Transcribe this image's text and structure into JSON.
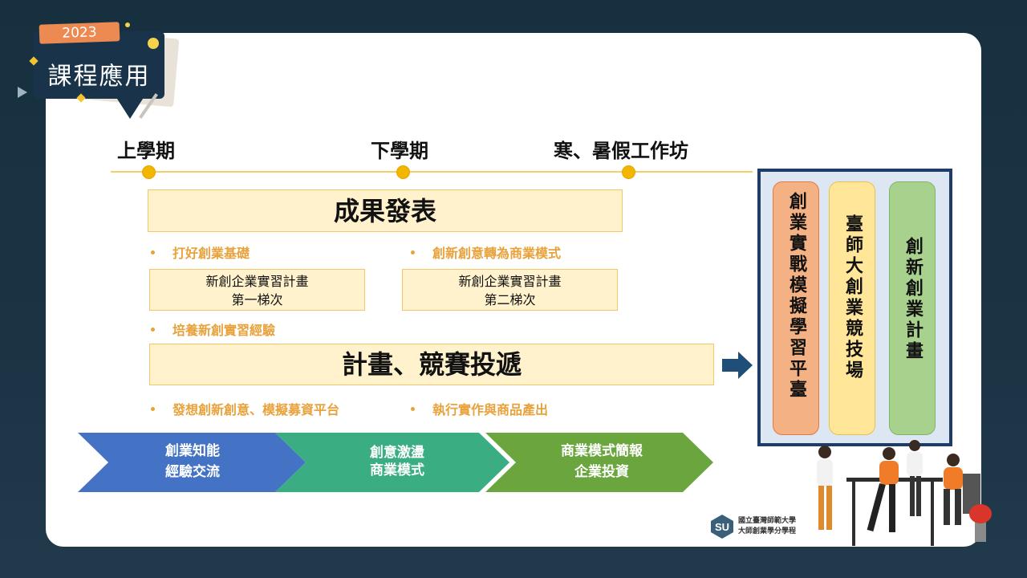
{
  "header": {
    "year": "2023",
    "title": "課程應用"
  },
  "timeline": {
    "terms": [
      "上學期",
      "下學期",
      "寒、暑假工作坊"
    ]
  },
  "results_box": "成果發表",
  "bullets_top": [
    "打好創業基礎",
    "創新創意轉為商業模式"
  ],
  "internship_boxes": [
    {
      "line1": "新創企業實習計畫",
      "line2": "第一梯次"
    },
    {
      "line1": "新創企業實習計畫",
      "line2": "第二梯次"
    }
  ],
  "bullet_mid": "培養新創實習經驗",
  "plan_box": "計畫、競賽投遞",
  "bullets_bottom": [
    "發想創新創意、模擬募資平台",
    "執行實作與商品產出"
  ],
  "chevrons": [
    {
      "line1": "創業知能",
      "line2": "經驗交流",
      "color": "#4472c4"
    },
    {
      "line1": "創意激盪",
      "line2": "商業模式",
      "color": "#3aae82"
    },
    {
      "line1": "商業模式簡報",
      "line2": "企業投資",
      "color": "#6aa53d"
    }
  ],
  "panel": {
    "columns": [
      {
        "text": "創業實戰模擬學習平臺",
        "bg": "#f4b183",
        "border": "#e07a40"
      },
      {
        "text": "臺師大創業競技場",
        "bg": "#ffe699",
        "border": "#e8c34a"
      },
      {
        "text": "創新創業計畫",
        "bg": "#a9d18e",
        "border": "#7fb463"
      }
    ]
  },
  "logo": {
    "line1": "國立臺灣師範大學",
    "line2": "大師創業學分學程"
  }
}
